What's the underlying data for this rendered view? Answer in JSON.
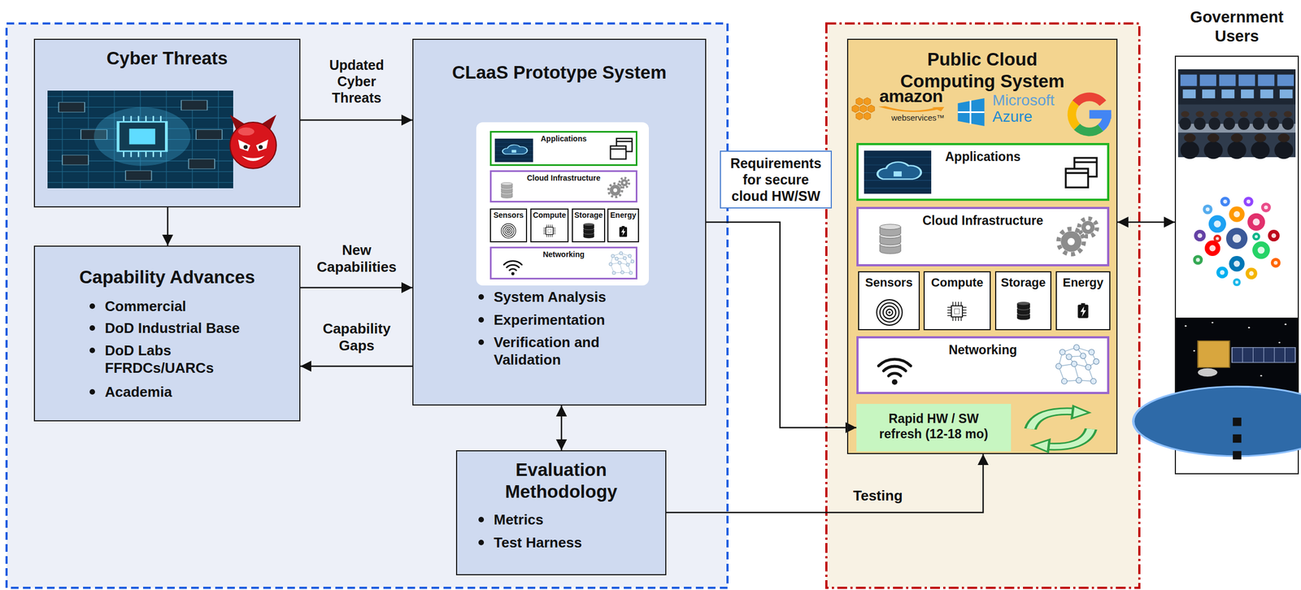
{
  "diagram": {
    "nodes": [
      {
        "text": [
          "Cyber Threats"
        ]
      },
      {
        "text": [
          "Capability Advances",
          "Commercial",
          "DoD Industrial Base",
          "DoD Labs FFRDCs/UARCs",
          "Academia"
        ]
      },
      {
        "text": [
          "CLaaS Prototype System",
          "System Analysis",
          "Experimentation",
          "Verification and Validation"
        ]
      },
      {
        "text": [
          "Applications"
        ],
        "in": 2
      },
      {
        "text": [
          "Cloud Infrastructure"
        ],
        "in": 2
      },
      {
        "text": [
          "Sensors"
        ],
        "in": 2
      },
      {
        "text": [
          "Compute"
        ],
        "in": 2
      },
      {
        "text": [
          "Storage"
        ],
        "in": 2
      },
      {
        "text": [
          "Energy"
        ],
        "in": 2
      },
      {
        "text": [
          "Networking"
        ],
        "in": 2
      },
      {
        "text": [
          "Evaluation Methodology",
          "Metrics",
          "Test Harness"
        ]
      },
      {
        "text": [
          "Public Cloud Computing System"
        ]
      },
      {
        "text": [
          "Applications"
        ],
        "in": 11
      },
      {
        "text": [
          "Cloud Infrastructure"
        ],
        "in": 11
      },
      {
        "text": [
          "Sensors"
        ],
        "in": 11
      },
      {
        "text": [
          "Compute"
        ],
        "in": 11
      },
      {
        "text": [
          "Storage"
        ],
        "in": 11
      },
      {
        "text": [
          "Energy"
        ],
        "in": 11
      },
      {
        "text": [
          "Networking"
        ],
        "in": 11
      },
      {
        "text": [
          "Rapid HW / SW refresh (12-18 mo)"
        ],
        "in": 11
      },
      {
        "text": [
          "Government Users"
        ]
      }
    ],
    "edges": [
      {
        "from": 0,
        "to": 2,
        "label": "Updated Cyber Threats",
        "arrow": "to"
      },
      {
        "from": 0,
        "to": 1,
        "arrow": "to"
      },
      {
        "from": 1,
        "to": 2,
        "label": "New Capabilities",
        "arrow": "to"
      },
      {
        "from": 2,
        "to": 1,
        "label": "Capability Gaps",
        "arrow": "to"
      },
      {
        "from": 2,
        "to": 10,
        "arrow": "both"
      },
      {
        "from": 2,
        "to": 19,
        "label": "Requirements for secure cloud HW/SW",
        "arrow": "to"
      },
      {
        "from": 10,
        "to": 11,
        "label": "Testing",
        "arrow": "to"
      },
      {
        "from": 11,
        "to": 20,
        "arrow": "both"
      }
    ],
    "labels": [
      "amazon",
      "webservices™",
      "Microsoft",
      "Azure"
    ]
  }
}
